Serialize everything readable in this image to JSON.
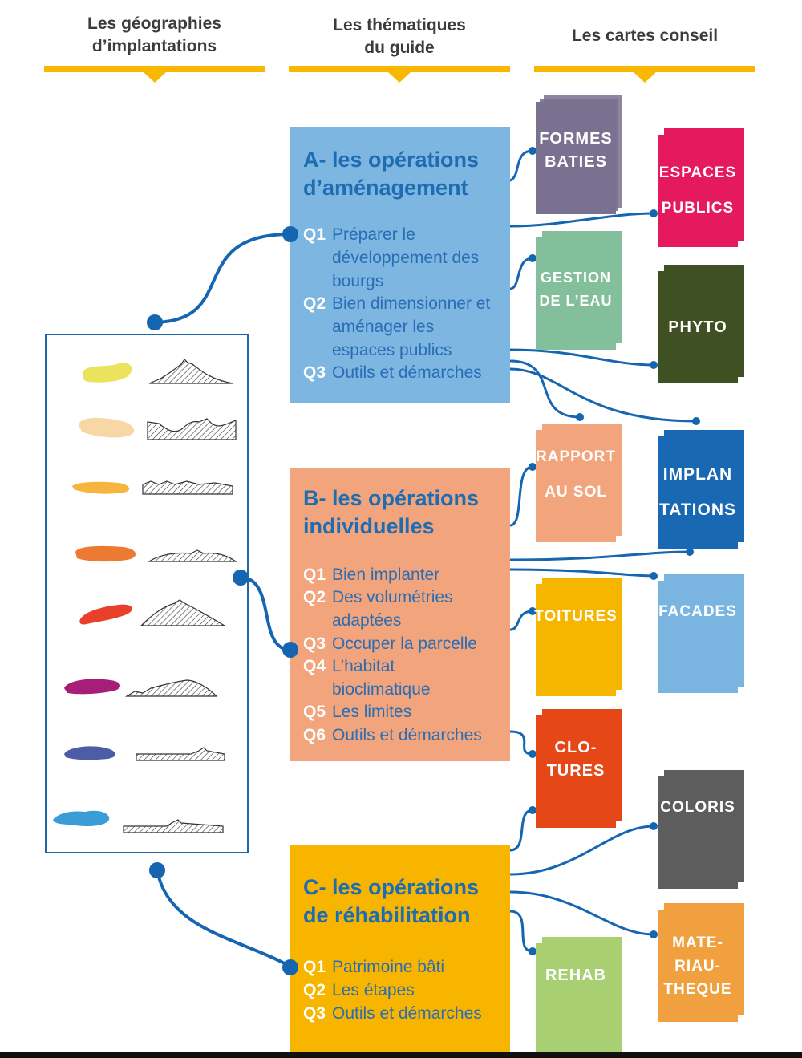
{
  "headers": {
    "geographies": "Les géographies\nd’implantations",
    "themes": "Les thématiques\ndu guide",
    "cards": "Les cartes conseil"
  },
  "colors": {
    "accent_yellow": "#f9b700",
    "connector_blue": "#1565b0",
    "theme_a": "#7eb6e2",
    "theme_b": "#f2a57c",
    "theme_c": "#f7b500"
  },
  "themes": {
    "a": {
      "title_line1": "A- les opérations",
      "title_line2": "d’aménagement",
      "questions": [
        {
          "num": "Q1",
          "text": "Préparer le développement des bourgs"
        },
        {
          "num": "Q2",
          "text": "Bien dimensionner et aménager les espaces publics"
        },
        {
          "num": "Q3",
          "text": "Outils et démarches"
        }
      ]
    },
    "b": {
      "title_line1": "B- les opérations",
      "title_line2": "individuelles",
      "questions": [
        {
          "num": "Q1",
          "text": "Bien implanter"
        },
        {
          "num": "Q2",
          "text": "Des volumétries adaptées"
        },
        {
          "num": "Q3",
          "text": "Occuper la parcelle"
        },
        {
          "num": "Q4",
          "text": "L’habitat bioclimatique"
        },
        {
          "num": "Q5",
          "text": "Les limites"
        },
        {
          "num": "Q6",
          "text": "Outils et démarches"
        }
      ]
    },
    "c": {
      "title_line1": "C- les opérations",
      "title_line2": "de réhabilitation",
      "questions": [
        {
          "num": "Q1",
          "text": "Patrimoine bâti"
        },
        {
          "num": "Q2",
          "text": "Les étapes"
        },
        {
          "num": "Q3",
          "text": "Outils et démarches"
        }
      ]
    }
  },
  "cards": {
    "formes_baties": {
      "l1": "FORMES",
      "l2": "BATIES",
      "color": "#7a7090"
    },
    "espaces_publics": {
      "l1": "ESPACES",
      "l2": "PUBLICS",
      "color": "#e5195d"
    },
    "gestion_eau": {
      "l1": "GESTION",
      "l2": "DE L’EAU",
      "color": "#84bf9c"
    },
    "phyto": {
      "l1": "PHYTO",
      "color": "#3f5023"
    },
    "rapport_sol": {
      "l1": "RAPPORT",
      "l2": "AU SOL",
      "color": "#f2a57c"
    },
    "implantations": {
      "l1": "IMPLAN",
      "l2": "TATIONS",
      "color": "#1868b3"
    },
    "toitures": {
      "l1": "TOITURES",
      "color": "#f6b600"
    },
    "facades": {
      "l1": "FACADES",
      "color": "#7ab4e0"
    },
    "clotures": {
      "l1": "CLO-",
      "l2": "TURES",
      "color": "#e54716"
    },
    "coloris": {
      "l1": "COLORIS",
      "color": "#5d5d5d"
    },
    "materiautheque": {
      "l1": "MATE-",
      "l2": "RIAU-",
      "l3": "THEQUE",
      "color": "#f1a03f"
    },
    "rehab": {
      "l1": "REHAB",
      "color": "#a8cf71"
    }
  },
  "geographies": [
    {
      "icon": "yellow-blob-icon",
      "color": "#ece35c"
    },
    {
      "icon": "peach-blob-icon",
      "color": "#f8d7a6"
    },
    {
      "icon": "orange-blob-icon",
      "color": "#f7b43e"
    },
    {
      "icon": "dark-orange-blob-icon",
      "color": "#ed7a32"
    },
    {
      "icon": "red-blob-icon",
      "color": "#e9402c"
    },
    {
      "icon": "purple-blob-icon",
      "color": "#a61e78"
    },
    {
      "icon": "indigo-blob-icon",
      "color": "#4c5ca5"
    },
    {
      "icon": "blue-blob-icon",
      "color": "#3a9dd6"
    }
  ]
}
